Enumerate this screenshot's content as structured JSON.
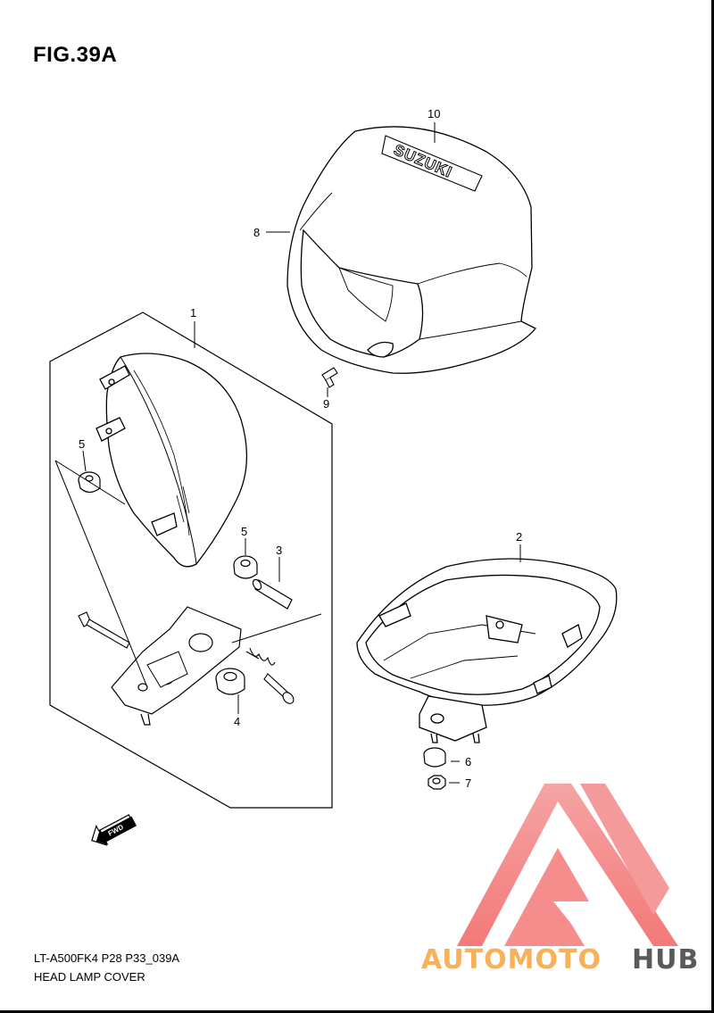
{
  "figure": {
    "title": "FIG.39A"
  },
  "callouts": [
    {
      "id": "1",
      "label": "1"
    },
    {
      "id": "2",
      "label": "2"
    },
    {
      "id": "3",
      "label": "3"
    },
    {
      "id": "4",
      "label": "4"
    },
    {
      "id": "5a",
      "label": "5"
    },
    {
      "id": "5b",
      "label": "5"
    },
    {
      "id": "6",
      "label": "6"
    },
    {
      "id": "7",
      "label": "7"
    },
    {
      "id": "8",
      "label": "8"
    },
    {
      "id": "9",
      "label": "9"
    },
    {
      "id": "10",
      "label": "10"
    }
  ],
  "decals": {
    "cover_brand": "SUZUKI",
    "fwd_arrow": "FWD"
  },
  "footer": {
    "model_code": "LT-A500FK4 P28 P33_039A",
    "section_name": "HEAD LAMP COVER"
  },
  "watermark": {
    "text_left": "AUTOMOTO",
    "text_right": "HUB",
    "color_red": "#f26b6b",
    "color_orange": "#f6b15a",
    "color_grey": "#5a5a5a"
  }
}
